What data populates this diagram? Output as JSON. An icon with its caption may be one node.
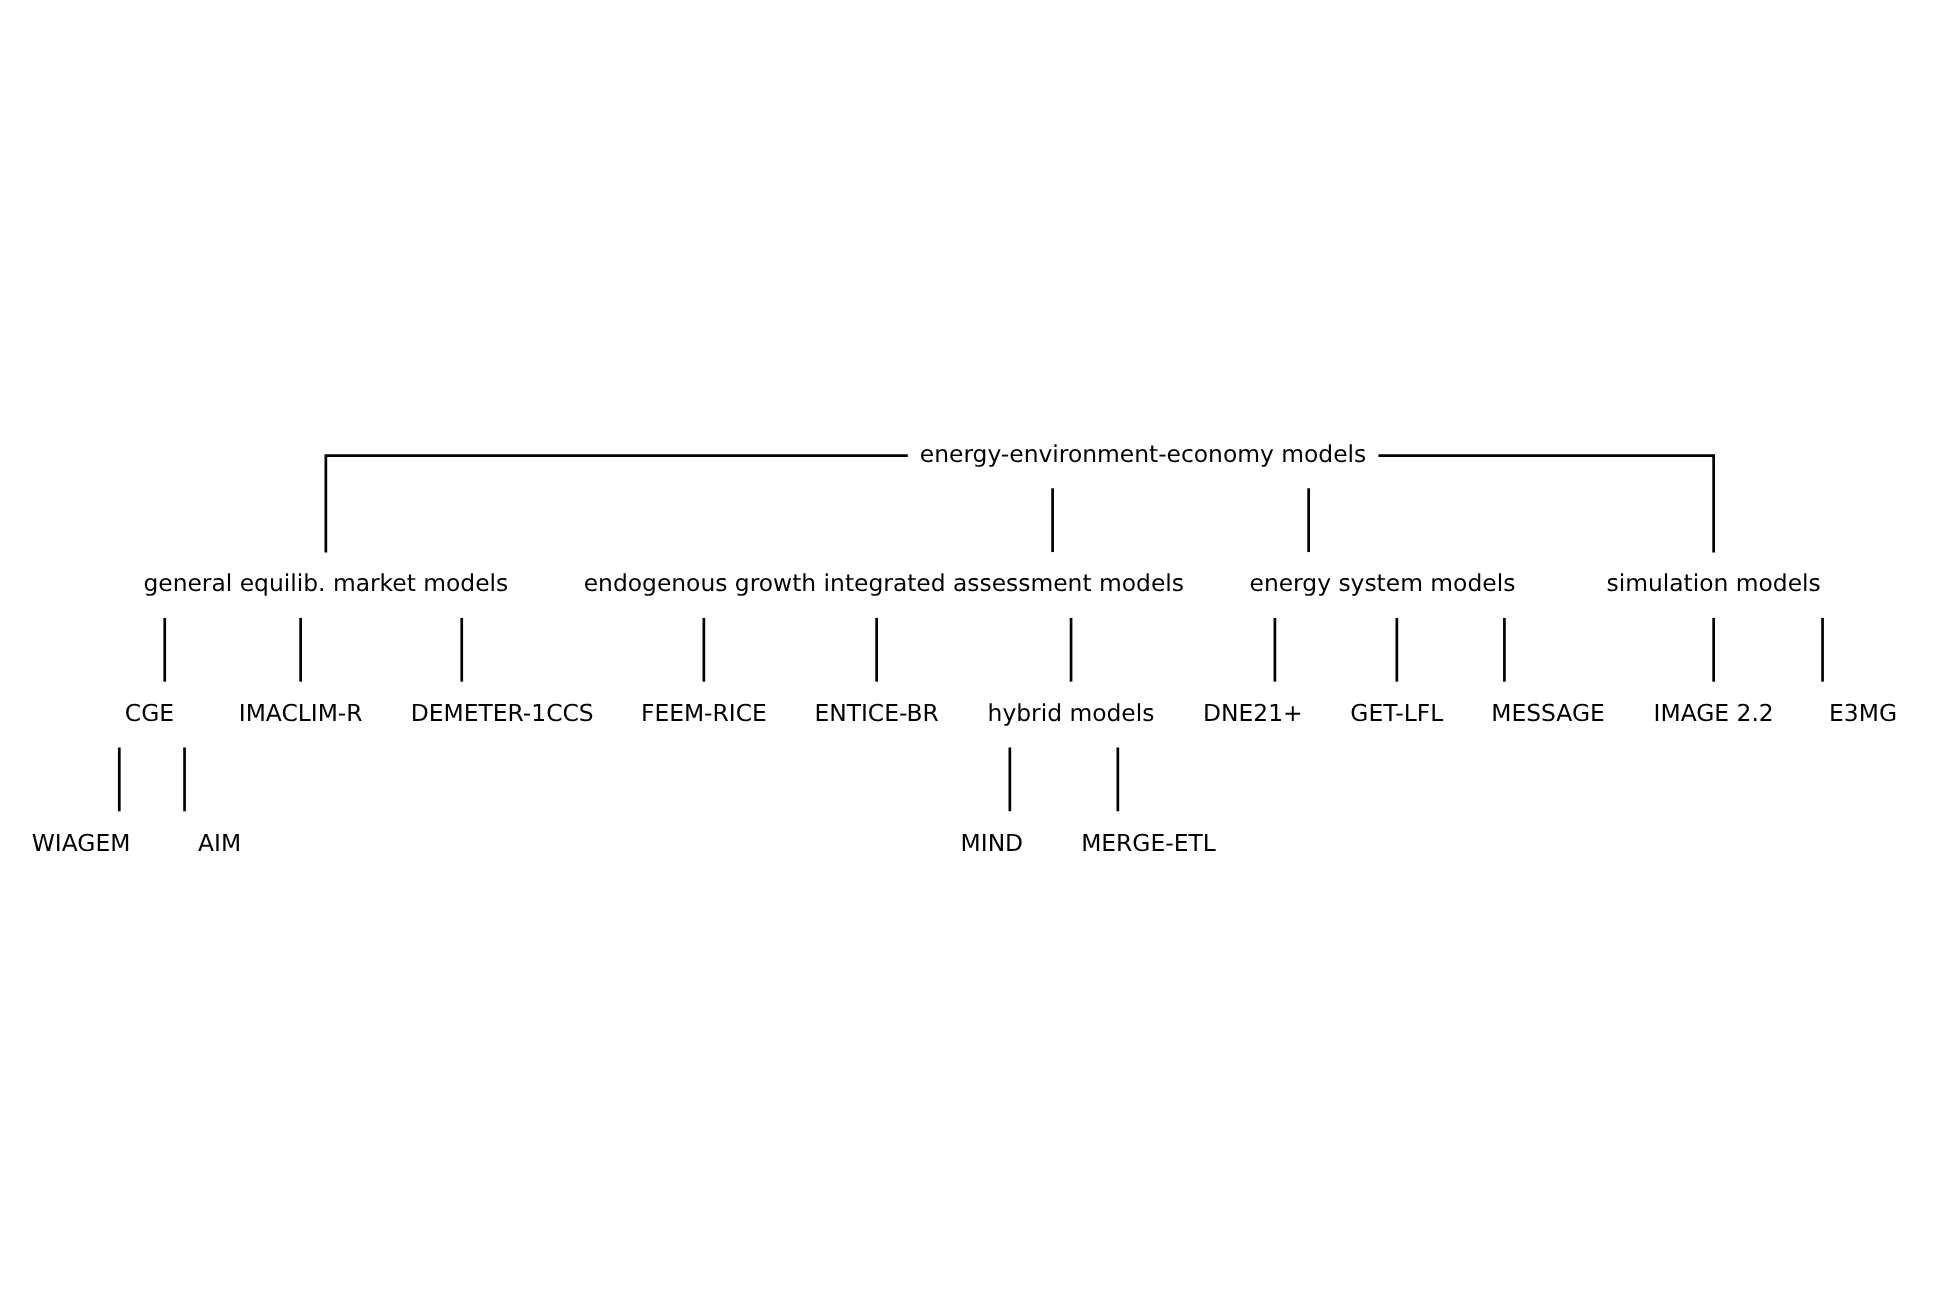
{
  "diagram": {
    "nodes": [
      {
        "text": [
          "energy-environment-economy models"
        ]
      },
      {
        "text": [
          "general equilib. market models"
        ]
      },
      {
        "text": [
          "endogenous growth integrated assessment models"
        ]
      },
      {
        "text": [
          "energy system models"
        ]
      },
      {
        "text": [
          "simulation models"
        ]
      },
      {
        "text": [
          "CGE"
        ]
      },
      {
        "text": [
          "WIAGEM"
        ]
      },
      {
        "text": [
          "AIM"
        ]
      },
      {
        "text": [
          "IMACLIM-R"
        ]
      },
      {
        "text": [
          "DEMETER-1CCS"
        ]
      },
      {
        "text": [
          "FEEM-RICE"
        ]
      },
      {
        "text": [
          "ENTICE-BR"
        ]
      },
      {
        "text": [
          "hybrid models"
        ]
      },
      {
        "text": [
          "MIND"
        ]
      },
      {
        "text": [
          "MERGE-ETL"
        ]
      },
      {
        "text": [
          "DNE21+"
        ]
      },
      {
        "text": [
          "GET-LFL"
        ]
      },
      {
        "text": [
          "MESSAGE"
        ]
      },
      {
        "text": [
          "IMAGE 2.2"
        ]
      },
      {
        "text": [
          "E3MG"
        ]
      }
    ],
    "edges": [
      {
        "from": 0,
        "to": 1,
        "arrow": "none"
      },
      {
        "from": 0,
        "to": 2,
        "arrow": "none"
      },
      {
        "from": 0,
        "to": 3,
        "arrow": "none"
      },
      {
        "from": 0,
        "to": 4,
        "arrow": "none"
      },
      {
        "from": 1,
        "to": 5,
        "arrow": "none"
      },
      {
        "from": 5,
        "to": 6,
        "arrow": "none"
      },
      {
        "from": 5,
        "to": 7,
        "arrow": "none"
      },
      {
        "from": 1,
        "to": 8,
        "arrow": "none"
      },
      {
        "from": 1,
        "to": 9,
        "arrow": "none"
      },
      {
        "from": 2,
        "to": 10,
        "arrow": "none"
      },
      {
        "from": 2,
        "to": 11,
        "arrow": "none"
      },
      {
        "from": 2,
        "to": 12,
        "arrow": "none"
      },
      {
        "from": 12,
        "to": 13,
        "arrow": "none"
      },
      {
        "from": 12,
        "to": 14,
        "arrow": "none"
      },
      {
        "from": 3,
        "to": 15,
        "arrow": "none"
      },
      {
        "from": 3,
        "to": 16,
        "arrow": "none"
      },
      {
        "from": 3,
        "to": 17,
        "arrow": "none"
      },
      {
        "from": 4,
        "to": 18,
        "arrow": "none"
      },
      {
        "from": 4,
        "to": 19,
        "arrow": "none"
      }
    ]
  }
}
